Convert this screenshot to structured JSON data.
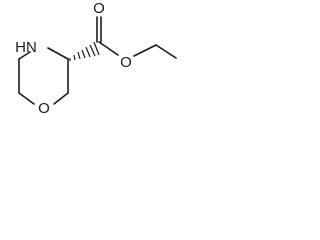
{
  "molecule": {
    "atoms": {
      "nitrogen": "HN",
      "ring_oxygen": "O",
      "carbonyl_oxygen": "O",
      "ester_oxygen": "O"
    }
  },
  "colors": {
    "bond": "#1a1a1a",
    "background": "#ffffff"
  }
}
